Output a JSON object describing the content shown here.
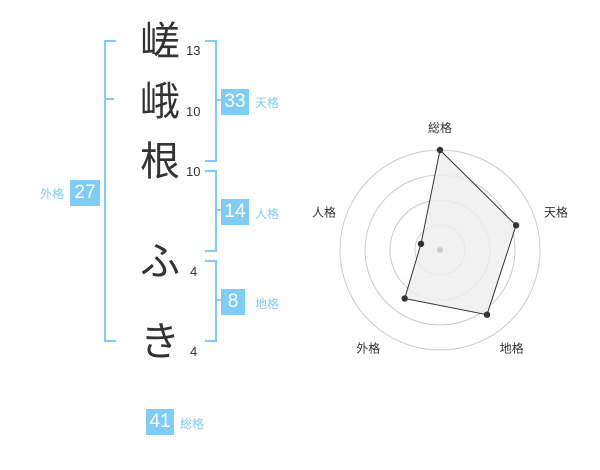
{
  "name": {
    "characters": [
      {
        "char": "嵯",
        "strokes": "13"
      },
      {
        "char": "峨",
        "strokes": "10"
      },
      {
        "char": "根",
        "strokes": "10"
      },
      {
        "char": "ふ",
        "strokes": "4"
      },
      {
        "char": "き",
        "strokes": "4"
      }
    ]
  },
  "kakusuu": {
    "tenkaku": {
      "value": "33",
      "label": "天格"
    },
    "jinkaku": {
      "value": "14",
      "label": "人格"
    },
    "chikaku": {
      "value": "8",
      "label": "地格"
    },
    "gaikaku": {
      "value": "27",
      "label": "外格"
    },
    "soukaku": {
      "value": "41",
      "label": "総格"
    }
  },
  "chart_data": {
    "type": "radar",
    "axes": [
      "総格",
      "天格",
      "地格",
      "外格",
      "人格"
    ],
    "values": [
      5,
      4,
      4,
      3,
      1
    ],
    "rmax": 5,
    "rings": 4,
    "grid": true,
    "colors": {
      "fill": "#eeeeee",
      "line": "#333333",
      "grid": "#cccccc",
      "point": "#333333",
      "center": "#cccccc"
    }
  }
}
